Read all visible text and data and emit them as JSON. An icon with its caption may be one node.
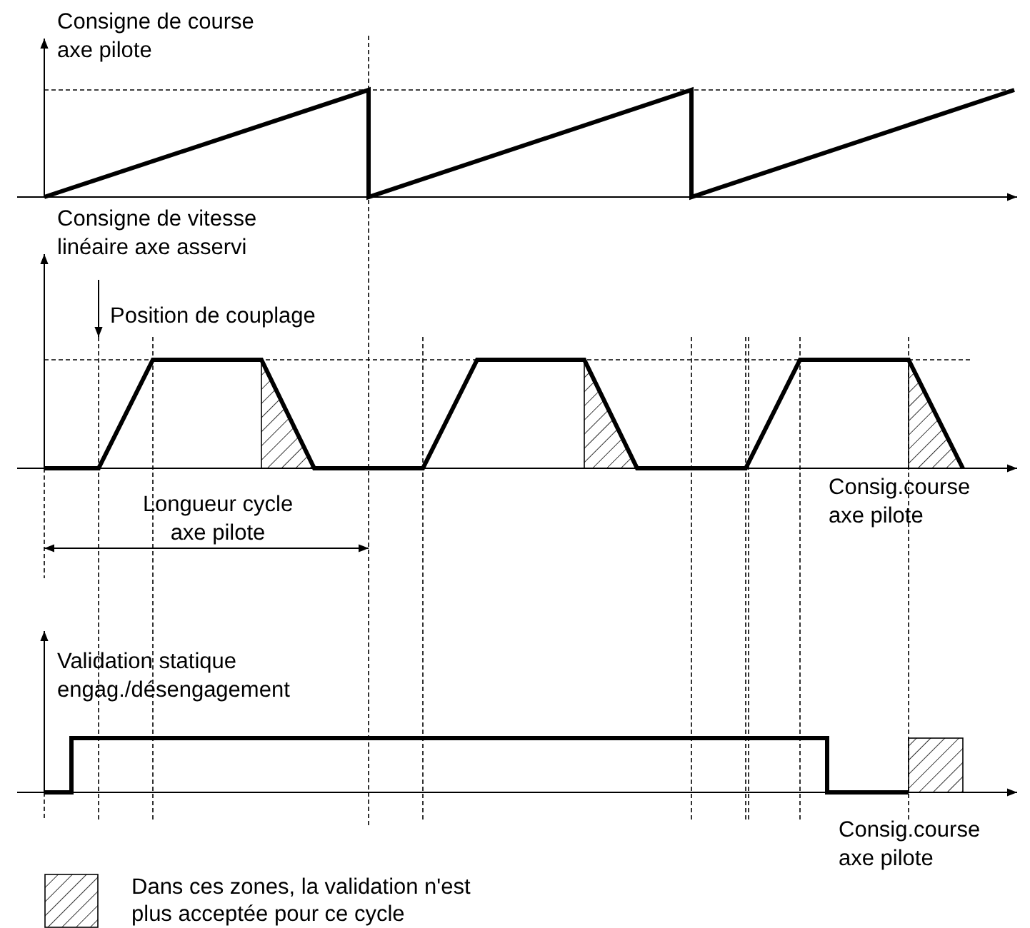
{
  "diagram": {
    "labels": [
      "Consigne de course axe pilote",
      "Consigne de vitesse linéaire axe asservi",
      "Position de couplage",
      "Longueur cycle axe pilote",
      "Consig.course axe pilote",
      "Validation statique engag./désengagement",
      "Consig.course axe pilote"
    ],
    "legend": [
      {
        "text": "Dans ces zones, la validation n'est plus acceptée pour ce cycle"
      }
    ]
  }
}
